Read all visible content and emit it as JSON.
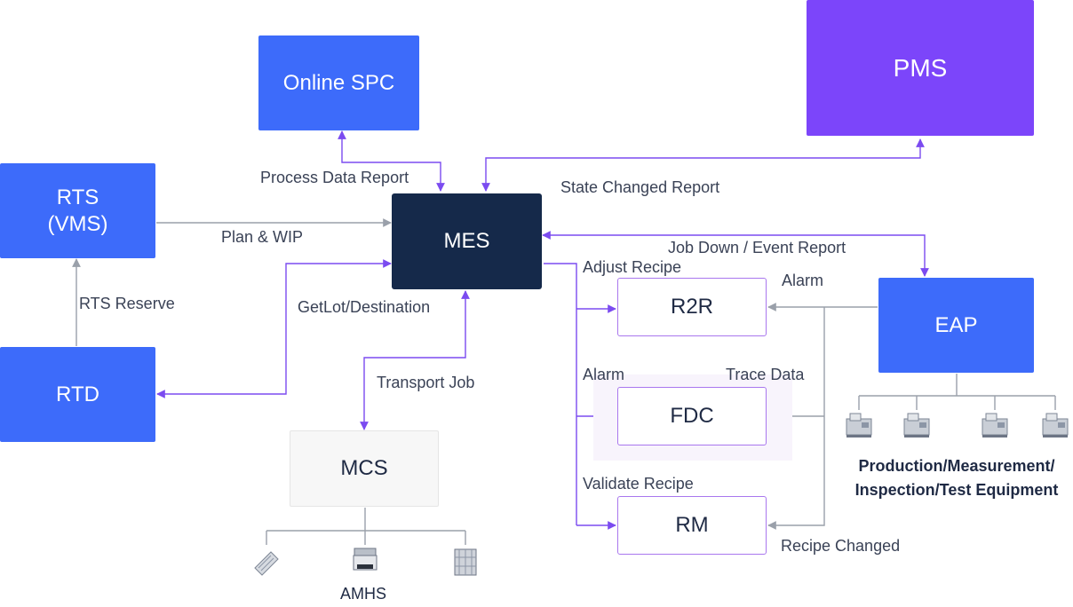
{
  "nodes": {
    "online_spc": "Online SPC",
    "pms": "PMS",
    "rts": "RTS\n(VMS)",
    "mes": "MES",
    "rtd": "RTD",
    "mcs": "MCS",
    "r2r": "R2R",
    "fdc": "FDC",
    "rm": "RM",
    "eap": "EAP"
  },
  "labels": {
    "process_data_report": "Process Data Report",
    "state_changed_report": "State Changed Report",
    "plan_wip": "Plan & WIP",
    "job_down_event_report": "Job Down / Event Report",
    "adjust_recipe": "Adjust Recipe",
    "alarm_eap": "Alarm",
    "rts_reserve": "RTS Reserve",
    "getlot_destination": "GetLot/Destination",
    "transport_job": "Transport Job",
    "alarm_fdc": "Alarm",
    "trace_data": "Trace Data",
    "validate_recipe": "Validate Recipe",
    "recipe_changed": "Recipe Changed"
  },
  "equipment_caption": "Production/Measurement/\nInspection/Test Equipment",
  "amhs_caption": "AMHS",
  "icons": {
    "equipment": [
      "equipment-icon",
      "equipment-icon",
      "equipment-icon",
      "equipment-icon"
    ],
    "amhs": [
      "conveyor-icon",
      "vehicle-icon",
      "stocker-icon"
    ]
  },
  "colors": {
    "blue": "#3d6bfa",
    "navy": "#15294a",
    "purple": "#7c45fa",
    "arrow_purple": "#7b4bf0",
    "arrow_grey": "#9aa0aa"
  }
}
